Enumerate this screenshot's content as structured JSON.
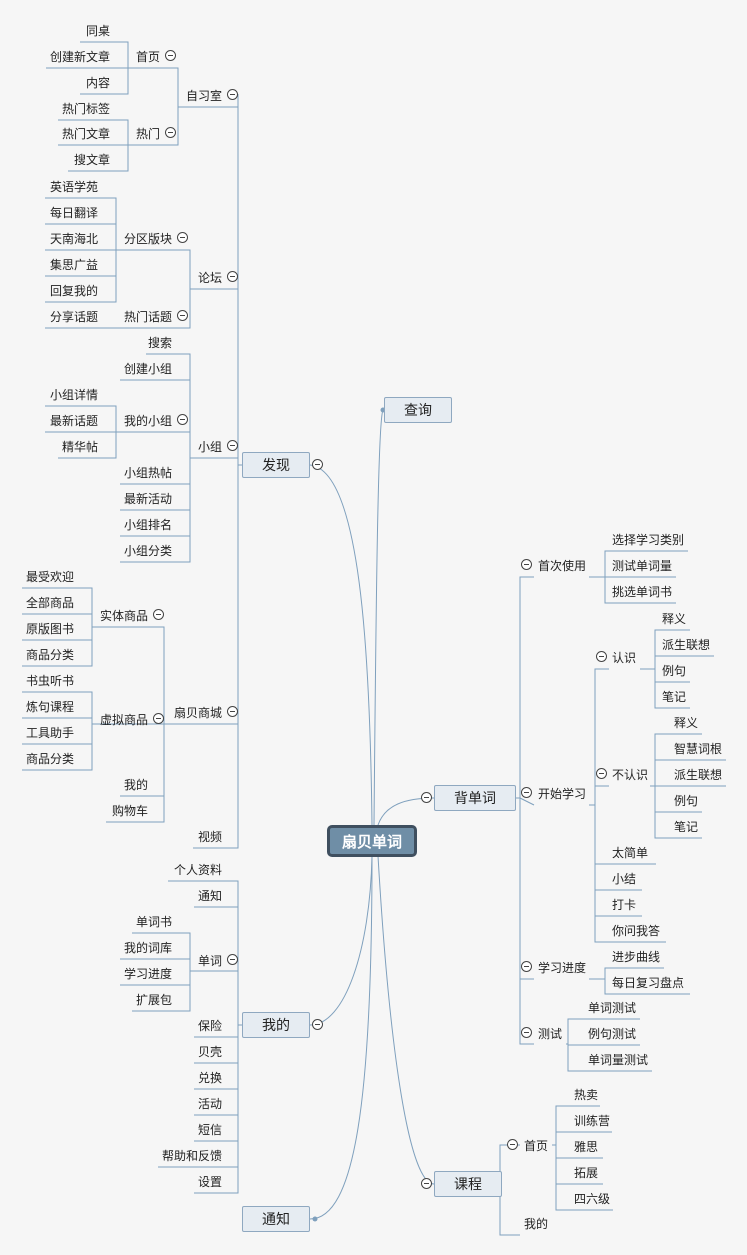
{
  "root": "扇贝单词",
  "main": {
    "faxian": "发现",
    "wode": "我的",
    "tongzhi": "通知",
    "chaxun": "查询",
    "beidanci": "背单词",
    "kecheng": "课程"
  },
  "faxian": {
    "zixishi": "自习室",
    "shouye": "首页",
    "tongzhuo": "同桌",
    "chuangjian": "创建新文章",
    "neirong": "内容",
    "remen": "热门",
    "remenbiaoqian": "热门标签",
    "remenwenzhang": "热门文章",
    "souwenzhang": "搜文章",
    "luntan": "论坛",
    "fenqu": "分区版块",
    "yingyu": "英语学苑",
    "meiri": "每日翻译",
    "tiannan": "天南海北",
    "jisi": "集思广益",
    "huifu": "回复我的",
    "remenhuati": "热门话题",
    "fenxiang": "分享话题",
    "xiaozu": "小组",
    "sousuo": "搜索",
    "chuangjianxz": "创建小组",
    "wodexz": "我的小组",
    "xzxiangqing": "小组详情",
    "zuixinhuati": "最新话题",
    "jinghua": "精华帖",
    "xzretie": "小组热帖",
    "zuixinhuodong": "最新活动",
    "xzpaiming": "小组排名",
    "xzfenlei": "小组分类",
    "shangcheng": "扇贝商城",
    "shiti": "实体商品",
    "zuishou": "最受欢迎",
    "quanbu": "全部商品",
    "yuanban": "原版图书",
    "spfenlei1": "商品分类",
    "xuni": "虚拟商品",
    "shuchong": "书虫听书",
    "lianju": "炼句课程",
    "gongju": "工具助手",
    "spfenlei2": "商品分类",
    "scwode": "我的",
    "gouwuche": "购物车",
    "shipin": "视频"
  },
  "wode": {
    "geren": "个人资料",
    "tongzhi": "通知",
    "danci": "单词",
    "dancishu": "单词书",
    "ciku": "我的词库",
    "jindu": "学习进度",
    "kuozhan": "扩展包",
    "baoxian": "保险",
    "beike": "贝壳",
    "duihuan": "兑换",
    "huodong": "活动",
    "duanxin": "短信",
    "bangzhu": "帮助和反馈",
    "shezhi": "设置"
  },
  "beidanci": {
    "shouci": "首次使用",
    "xuanze": "选择学习类别",
    "ceshicl": "测试单词量",
    "tiaoxuan": "挑选单词书",
    "kaishi": "开始学习",
    "renshi": "认识",
    "shiyi1": "释义",
    "paisheng1": "派生联想",
    "liju1": "例句",
    "biji1": "笔记",
    "burenshi": "不认识",
    "shiyi2": "释义",
    "zhihui": "智慧词根",
    "paisheng2": "派生联想",
    "liju2": "例句",
    "biji2": "笔记",
    "taijiandan": "太简单",
    "xiaojie": "小结",
    "daka": "打卡",
    "niwen": "你问我答",
    "xuexijindu": "学习进度",
    "jinbu": "进步曲线",
    "meirifuxi": "每日复习盘点",
    "ceshi": "测试",
    "danciceshi": "单词测试",
    "lijuceshi": "例句测试",
    "cilianceshi": "单词量测试"
  },
  "kecheng": {
    "shouye": "首页",
    "remai": "热卖",
    "xunlianying": "训练营",
    "yasi": "雅思",
    "tuozhan": "拓展",
    "siliuji": "四六级",
    "wode": "我的"
  }
}
